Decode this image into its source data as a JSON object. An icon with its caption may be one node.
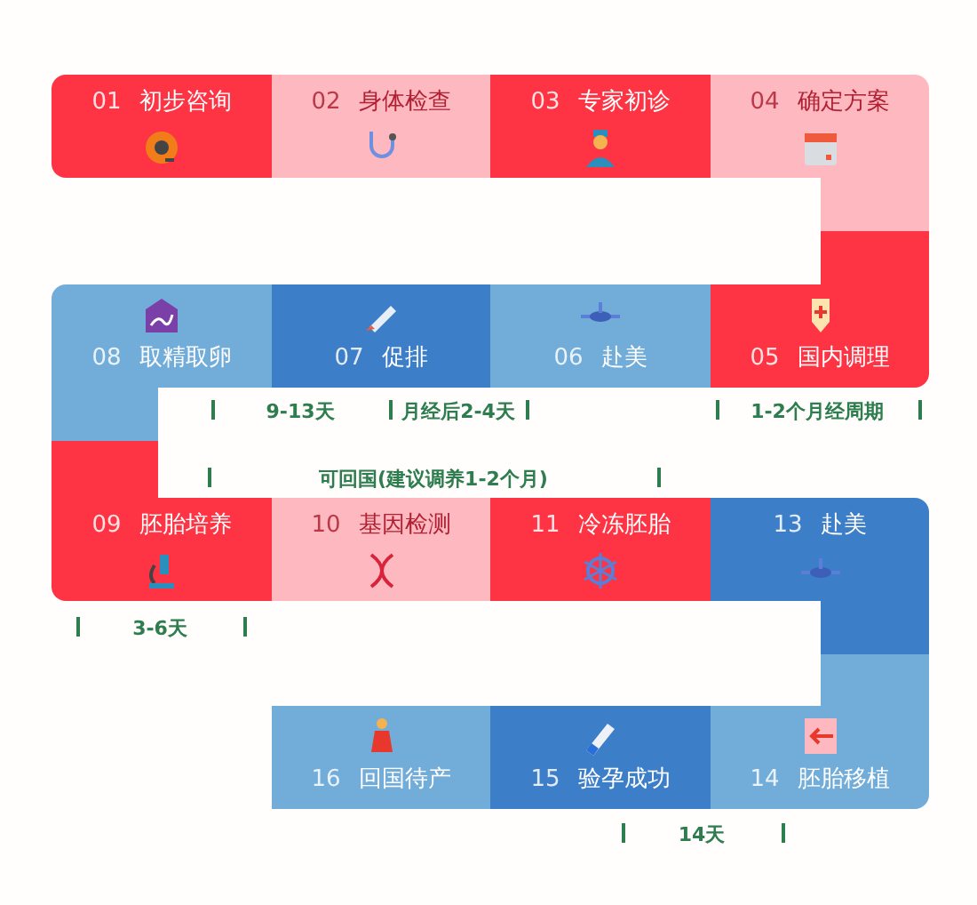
{
  "diagram": {
    "nodes": [
      {
        "text": [
          "01",
          "初步咨询"
        ]
      },
      {
        "text": [
          "02",
          "身体检查"
        ]
      },
      {
        "text": [
          "03",
          "专家初诊"
        ]
      },
      {
        "text": [
          "04",
          "确定方案"
        ]
      },
      {
        "text": [
          "05",
          "国内调理"
        ]
      },
      {
        "text": [
          "06",
          "赴美"
        ]
      },
      {
        "text": [
          "07",
          "促排"
        ]
      },
      {
        "text": [
          "08",
          "取精取卵"
        ]
      },
      {
        "text": [
          "09",
          "胚胎培养"
        ]
      },
      {
        "text": [
          "10",
          "基因检测"
        ]
      },
      {
        "text": [
          "11",
          "冷冻胚胎"
        ]
      },
      {
        "text": [
          "13",
          "赴美"
        ]
      },
      {
        "text": [
          "14",
          "胚胎移植"
        ]
      },
      {
        "text": [
          "15",
          "验孕成功"
        ]
      },
      {
        "text": [
          "16",
          "回国待产"
        ]
      }
    ],
    "labels": [
      "9-13天",
      "月经后2-4天",
      "1-2个月经周期",
      "可回国(建议调养1-2个月)",
      "3-6天",
      "14天"
    ]
  }
}
